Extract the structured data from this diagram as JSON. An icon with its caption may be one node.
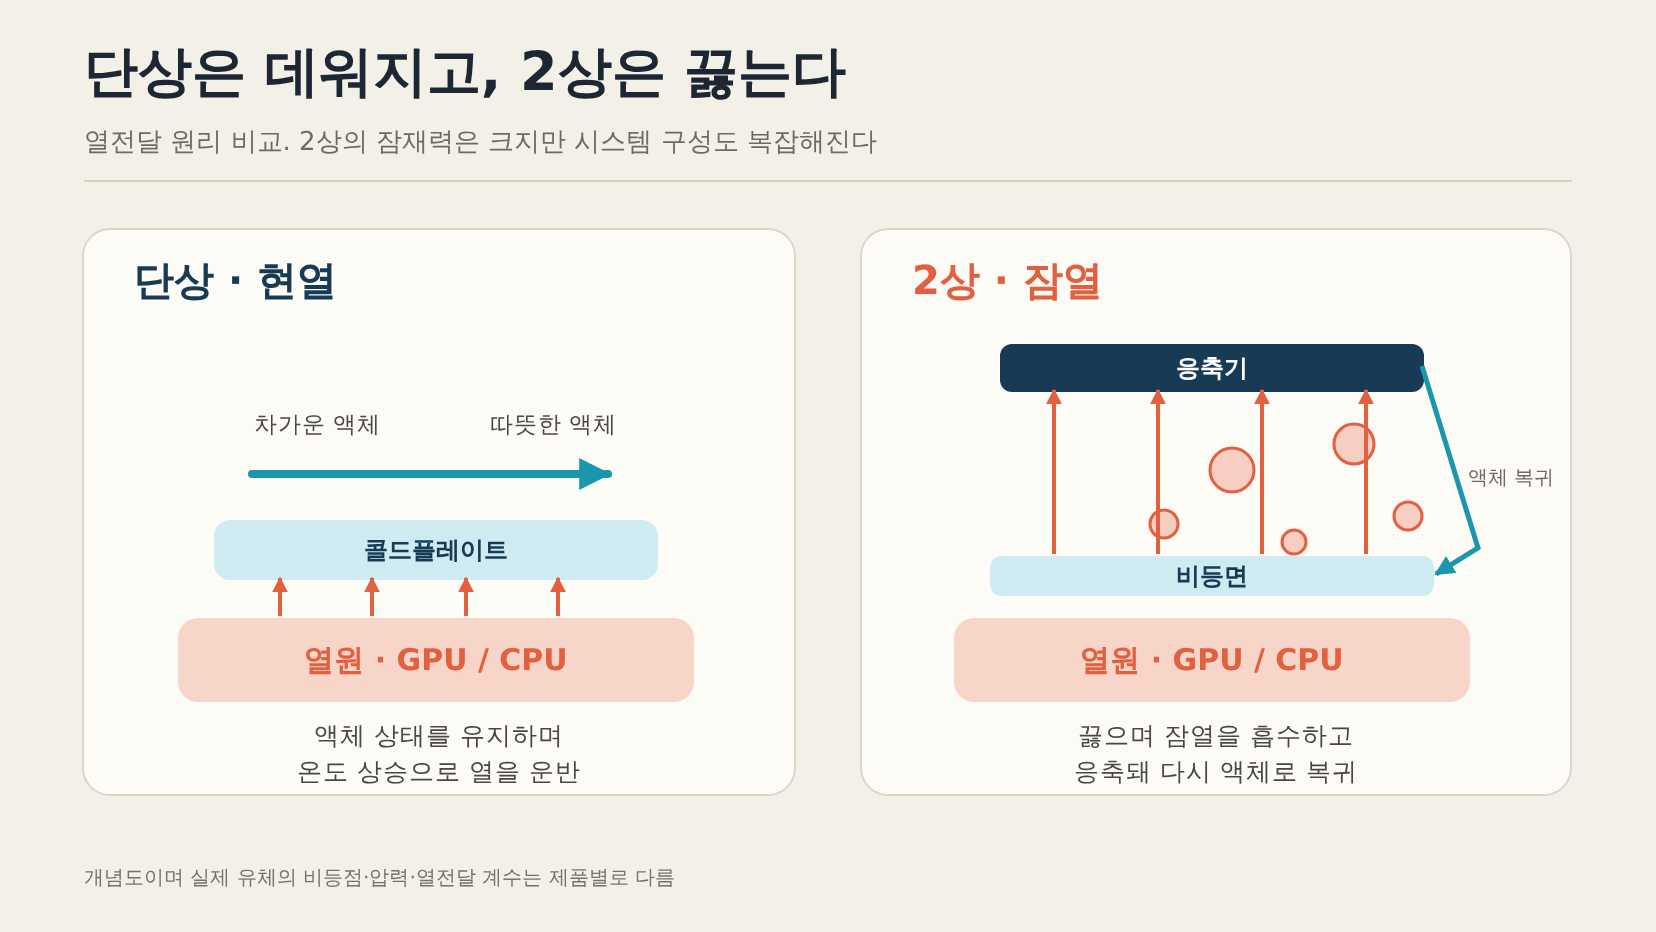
{
  "diagram": {
    "title": "단상은 데워지고, 2상은 끓는다",
    "caption": "열전달 원리 비교. 2상의 잠재력은 크지만 시스템 구성도 복잡해진다",
    "nodes": [
      {
        "text": [
          "단상 · 현열",
          "액체 상태를 유지하며 온도 상승으로 열을 운반"
        ]
      },
      {
        "text": [
          "콜드플레이트"
        ],
        "in": 0
      },
      {
        "text": [
          "열원 · GPU / CPU"
        ],
        "in": 0
      },
      {
        "text": [
          "2상 · 잠열",
          "끓으며 잠열을 흡수하고 응축돼 다시 액체로 복귀"
        ]
      },
      {
        "text": [
          "응축기"
        ],
        "in": 3
      },
      {
        "text": [
          "비등면"
        ],
        "in": 3
      },
      {
        "text": [
          "열원 · GPU / CPU"
        ],
        "in": 3
      }
    ],
    "edges": [
      {
        "from": 2,
        "to": 1,
        "arrow": "to"
      },
      {
        "from": 2,
        "to": 1,
        "arrow": "to"
      },
      {
        "from": 2,
        "to": 1,
        "arrow": "to"
      },
      {
        "from": 2,
        "to": 1,
        "arrow": "to"
      },
      {
        "from": 5,
        "to": 4,
        "arrow": "to"
      },
      {
        "from": 5,
        "to": 4,
        "arrow": "to"
      },
      {
        "from": 5,
        "to": 4,
        "arrow": "to"
      },
      {
        "from": 5,
        "to": 4,
        "arrow": "to"
      },
      {
        "from": 4,
        "to": 5,
        "arrow": "to",
        "label": "액체 복귀",
        "color": "#1a96ad"
      }
    ],
    "labels": [
      "차가운 액체",
      "따뜻한 액체",
      "개념도이며 실제 유체의 비등점·압력·열전달 계수는 제품별로 다름"
    ]
  }
}
